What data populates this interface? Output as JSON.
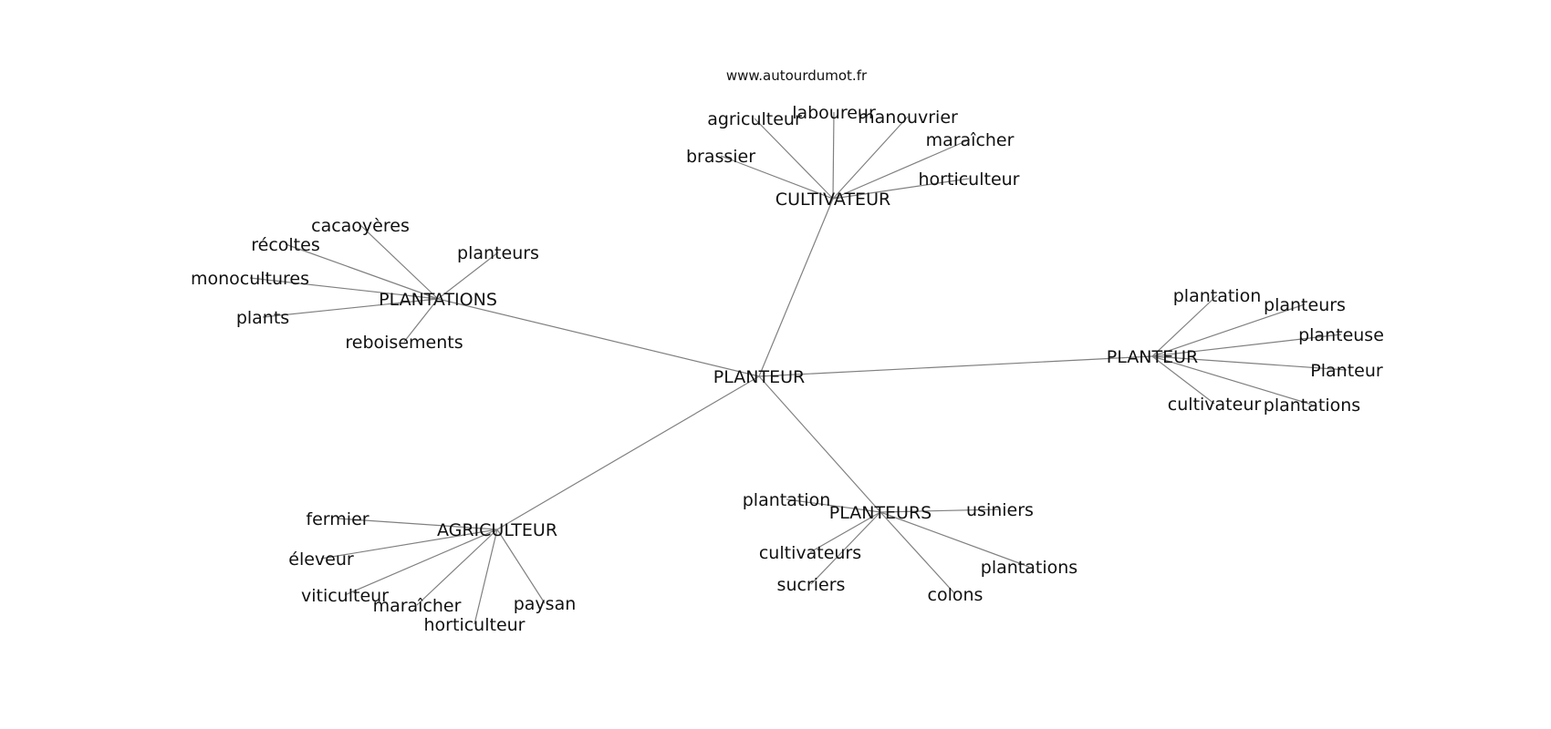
{
  "source": "www.autourdumot.fr",
  "center": {
    "id": "PLANTEUR",
    "label": "PLANTEUR"
  },
  "groups": [
    {
      "id": "CULTIVATEUR",
      "label": "CULTIVATEUR",
      "leaves": [
        "agriculteur",
        "laboureur",
        "manouvrier",
        "maraîcher",
        "horticulteur",
        "brassier"
      ]
    },
    {
      "id": "PLANTATIONS",
      "label": "PLANTATIONS",
      "leaves": [
        "cacaoyères",
        "récoltes",
        "planteurs",
        "monocultures",
        "plants",
        "reboisements"
      ]
    },
    {
      "id": "PLANTEUR-2",
      "label": "PLANTEUR",
      "leaves": [
        "plantation",
        "planteurs",
        "planteuse",
        "Planteur",
        "cultivateur",
        "plantations"
      ]
    },
    {
      "id": "AGRICULTEUR",
      "label": "AGRICULTEUR",
      "leaves": [
        "fermier",
        "éleveur",
        "viticulteur",
        "maraîcher",
        "horticulteur",
        "paysan"
      ]
    },
    {
      "id": "PLANTEURS",
      "label": "PLANTEURS",
      "leaves": [
        "plantation",
        "usiniers",
        "cultivateurs",
        "sucriers",
        "colons",
        "plantations"
      ]
    }
  ]
}
